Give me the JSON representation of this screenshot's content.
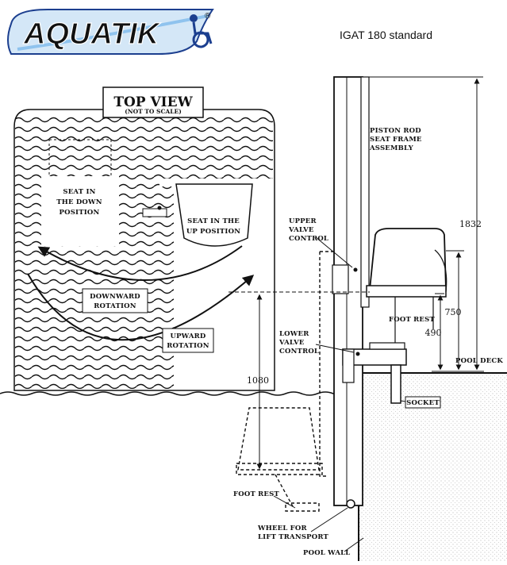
{
  "brand": {
    "logo_text": "AQUATIK",
    "registered_mark": "®",
    "colors": {
      "navy": "#1c3f8f",
      "light_blue": "#8fc3ee",
      "ink": "#111111"
    }
  },
  "header": {
    "title": "IGAT 180 standard"
  },
  "top_view": {
    "title": "TOP VIEW",
    "subtitle": "(NOT TO SCALE)",
    "seat_down": [
      "SEAT IN",
      "THE DOWN",
      "POSITION"
    ],
    "seat_up": [
      "SEAT IN THE",
      "UP POSITION"
    ],
    "downward": [
      "DOWNWARD",
      "ROTATION"
    ],
    "upward": [
      "UPWARD",
      "ROTATION"
    ]
  },
  "side_view": {
    "piston": [
      "PISTON ROD",
      "SEAT FRAME",
      "ASSEMBLY"
    ],
    "upper_valve": [
      "UPPER",
      "VALVE",
      "CONTROL"
    ],
    "lower_valve": [
      "LOWER",
      "VALVE",
      "CONTROL"
    ],
    "foot_rest_upper": "FOOT REST",
    "foot_rest_lower": "FOOT REST",
    "pool_deck": "POOL DECK",
    "socket": "SOCKET",
    "wheel": [
      "WHEEL FOR",
      "LIFT TRANSPORT"
    ],
    "pool_wall": "POOL WALL"
  },
  "dimensions": {
    "total_height": "1832",
    "seat_height": "750",
    "footrest_height": "490",
    "depth": "1080"
  }
}
